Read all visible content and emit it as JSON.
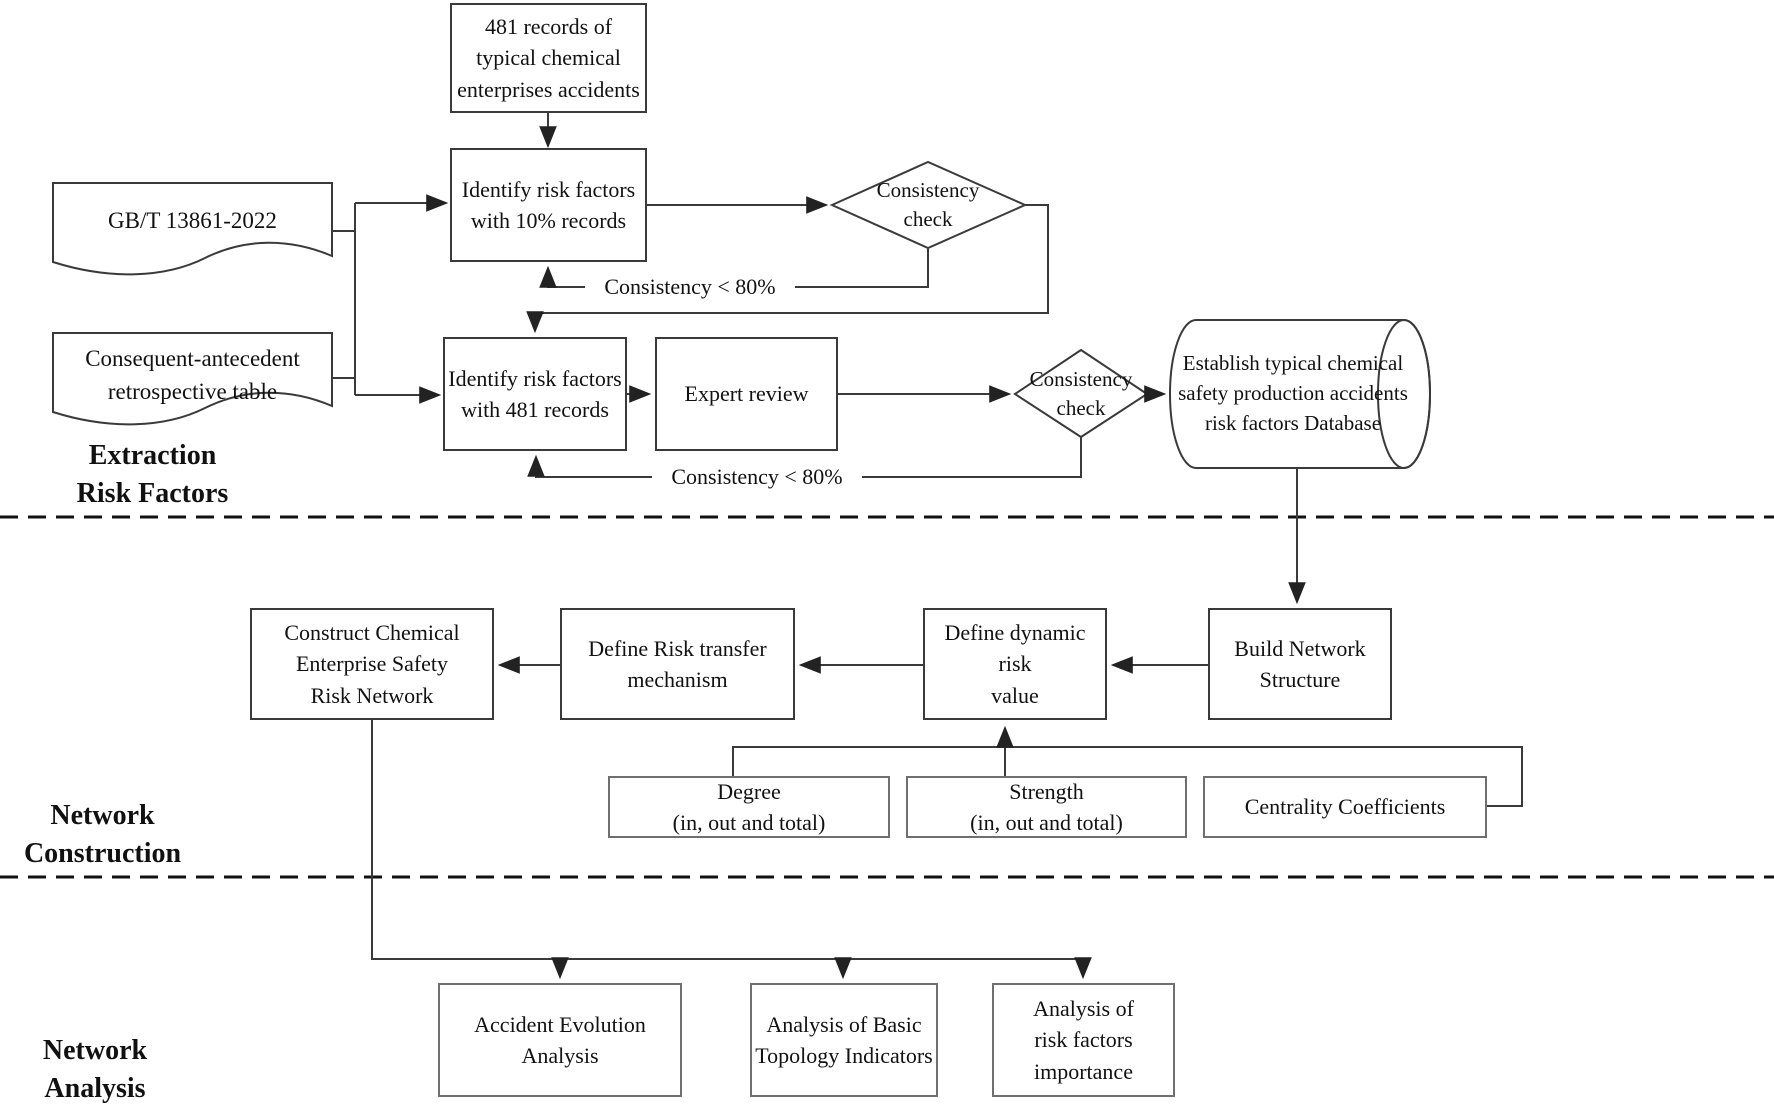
{
  "sections": {
    "extraction": {
      "label": "Extraction\nRisk Factors"
    },
    "construction": {
      "label": "Network\nConstruction"
    },
    "analysis": {
      "label": "Network\nAnalysis"
    }
  },
  "nodes": {
    "records481": "481 records of\ntypical chemical\nenterprises accidents",
    "gbt_document": "GB/T 13861-2022",
    "retrospective_document": "Consequent-antecedent\nretrospective table",
    "identify10": "Identify risk factors\nwith 10% records",
    "identify481": "Identify risk factors\nwith 481 records",
    "expert_review": "Expert review",
    "consistency_check_1": "Consistency\ncheck",
    "consistency_check_2": "Consistency\ncheck",
    "database": "Establish typical chemical\nsafety production accidents\nrisk factors Database",
    "construct_network": "Construct Chemical\nEnterprise Safety\nRisk Network",
    "define_transfer": "Define Risk transfer\nmechanism",
    "define_dynamic": "Define dynamic risk\nvalue",
    "build_structure": "Build Network\nStructure",
    "degree": "Degree\n(in, out and total)",
    "strength": "Strength\n(in, out and total)",
    "centrality": "Centrality Coefficients",
    "accident_evolution": "Accident Evolution\nAnalysis",
    "topology_indicators": "Analysis of Basic\nTopology Indicators",
    "risk_importance": "Analysis of\nrisk factors\nimportance"
  },
  "edges": {
    "feedback1_label": "Consistency < 80%",
    "feedback2_label": "Consistency < 80%"
  },
  "colors": {
    "line": "#3a3a3a",
    "box_border_dark": "#3a3a3a",
    "box_border_gray": "#6f6f6f",
    "background": "#ffffff",
    "text": "#111111"
  }
}
